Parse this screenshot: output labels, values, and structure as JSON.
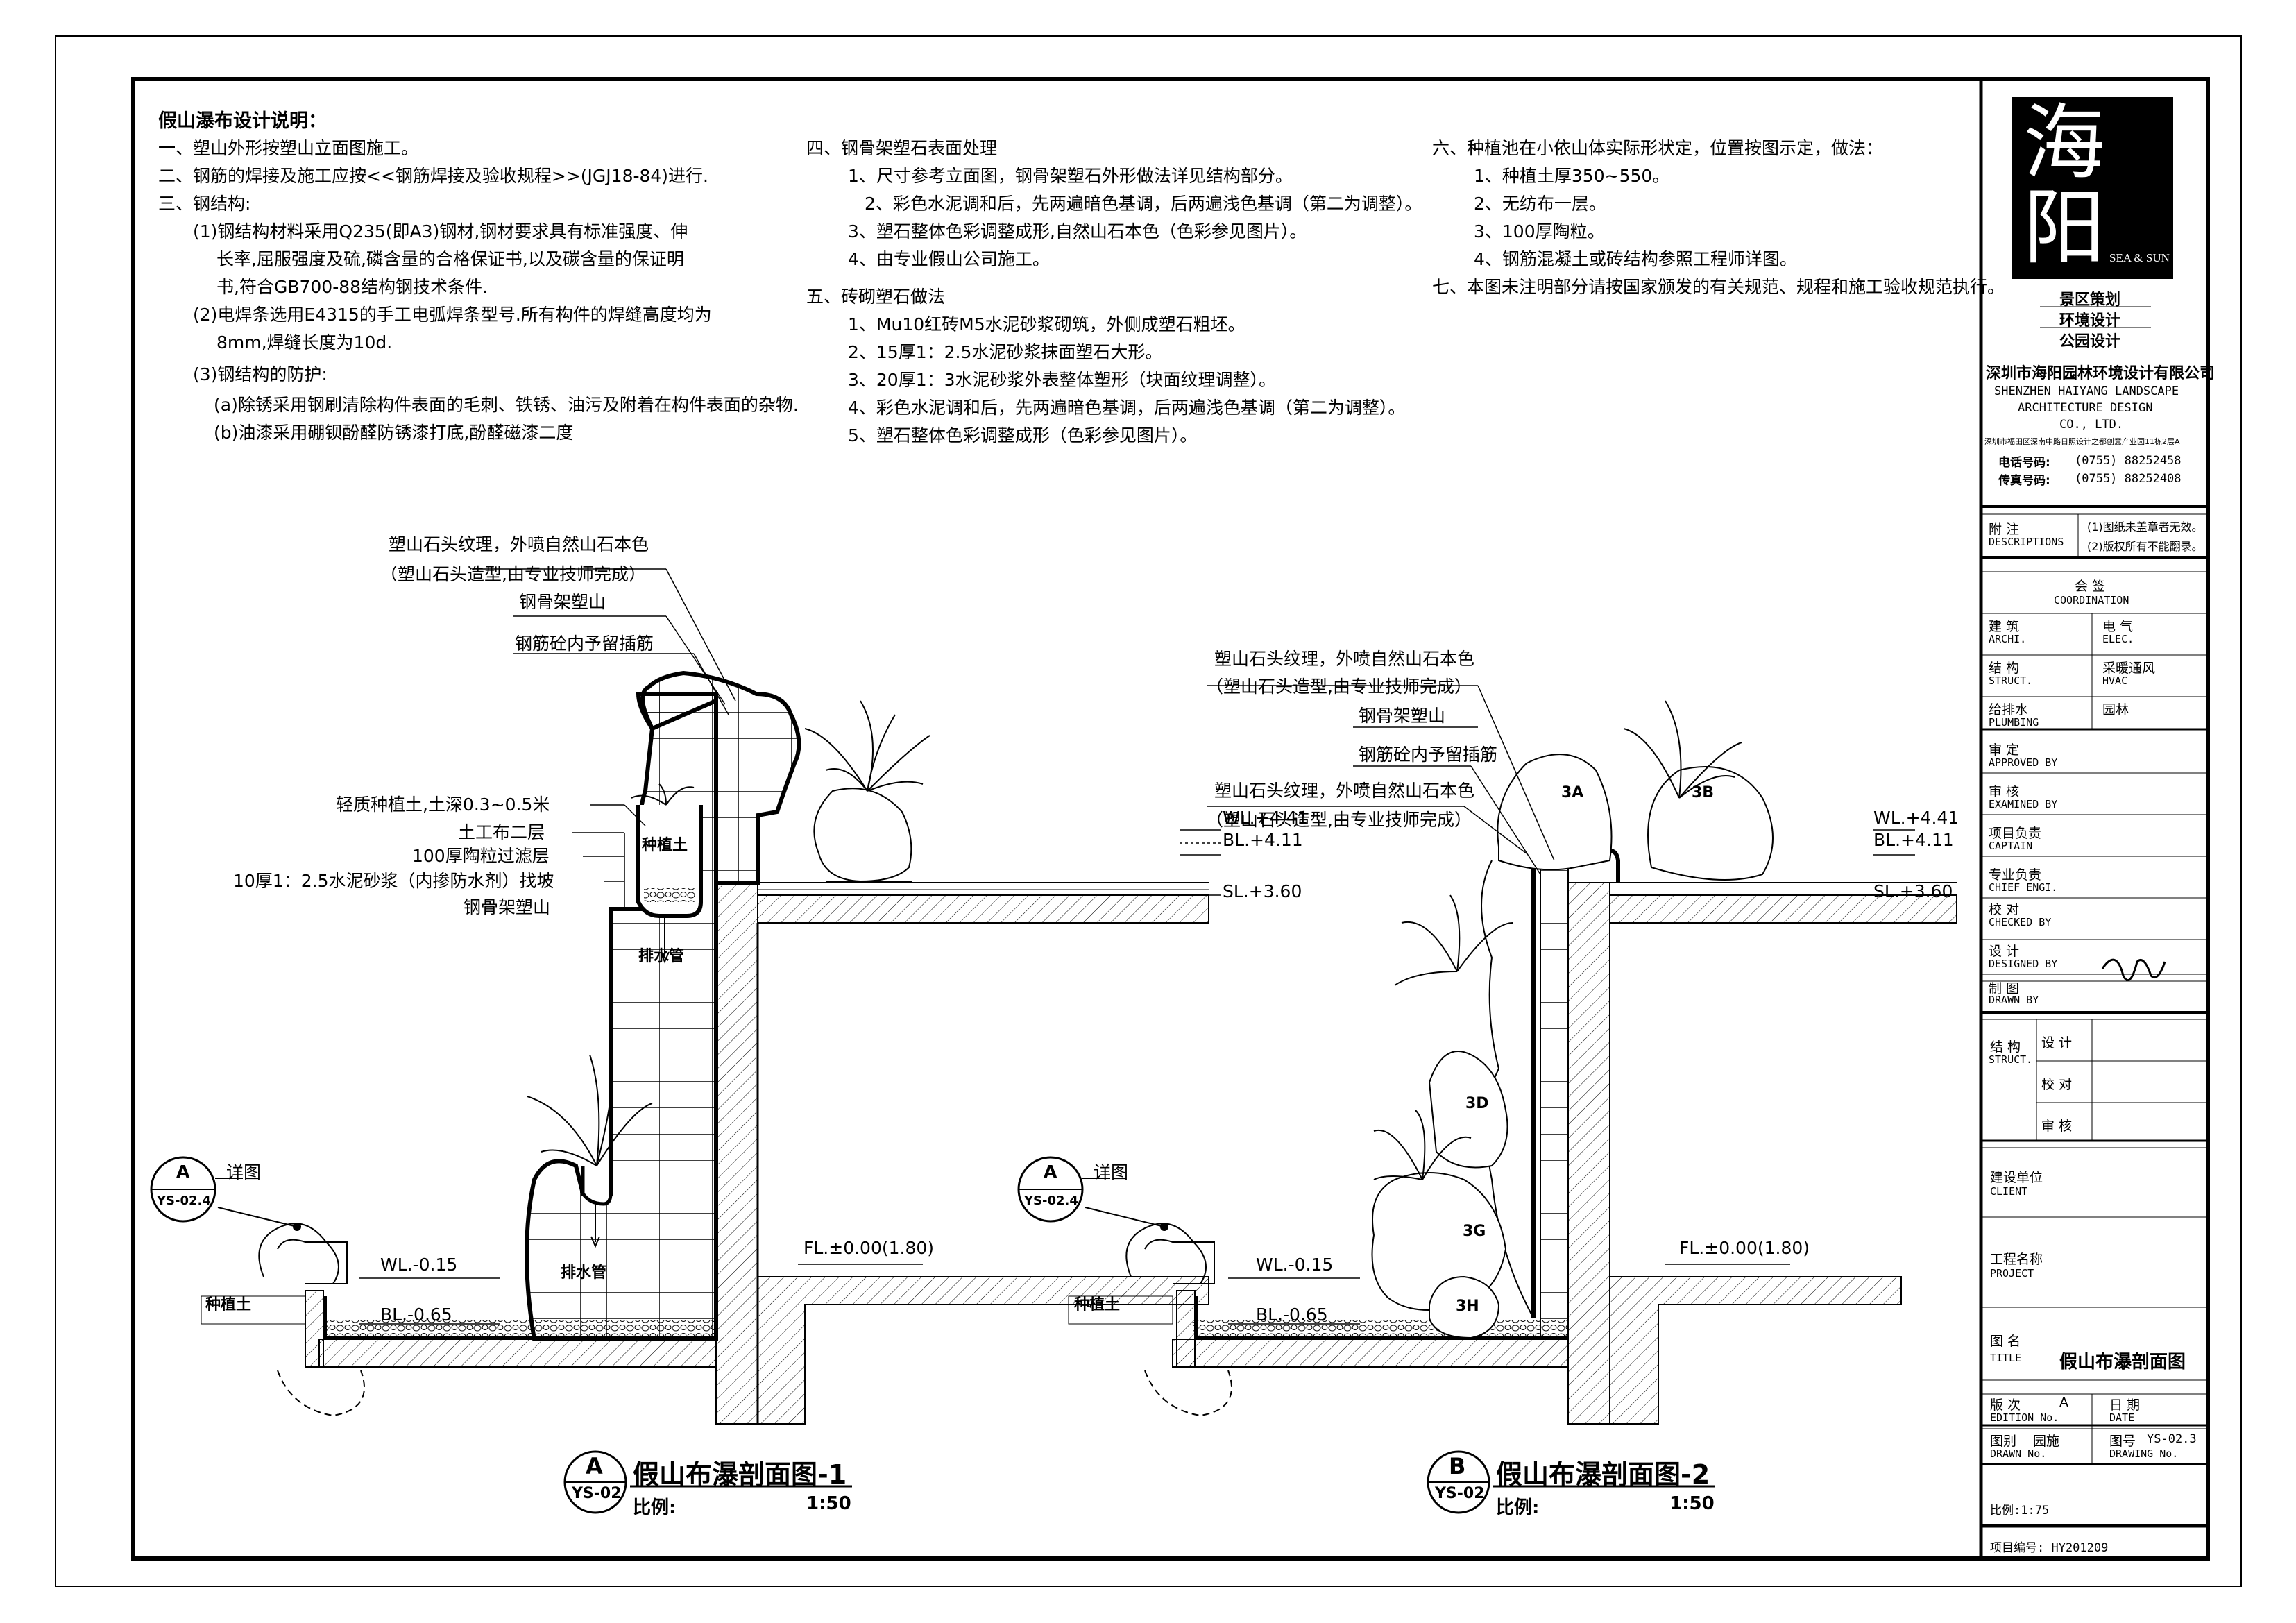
{
  "notes": {
    "title": "假山瀑布设计说明：",
    "col1": [
      "一、塑山外形按塑山立面图施工。",
      "二、钢筋的焊接及施工应按<<钢筋焊接及验收规程>>(JGJ18-84)进行.",
      "三、钢结构:",
      "(1)钢结构材料采用Q235(即A3)钢材,钢材要求具有标准强度、伸",
      "长率,屈服强度及硫,磷含量的合格保证书,以及碳含量的保证明",
      "书,符合GB700-88结构钢技术条件.",
      "(2)电焊条选用E4315的手工电弧焊条型号.所有构件的焊缝高度均为",
      "8mm,焊缝长度为10d.",
      "(3)钢结构的防护:",
      "(a)除锈采用钢刷清除构件表面的毛刺、铁锈、油污及附着在构件表面的杂物.",
      "(b)油漆采用硼钡酚醛防锈漆打底,酚醛磁漆二度"
    ],
    "col2": [
      "四、钢骨架塑石表面处理",
      "1、尺寸参考立面图，钢骨架塑石外形做法详见结构部分。",
      "2、彩色水泥调和后，先两遍暗色基调，后两遍浅色基调（第二为调整）。",
      "3、塑石整体色彩调整成形,自然山石本色（色彩参见图片）。",
      "4、由专业假山公司施工。",
      "五、砖砌塑石做法",
      "1、Mu10红砖M5水泥砂浆砌筑，外侧成塑石粗坯。",
      "2、15厚1：2.5水泥砂浆抹面塑石大形。",
      "3、20厚1：3水泥砂浆外表整体塑形（块面纹理调整）。",
      "4、彩色水泥调和后，先两遍暗色基调，后两遍浅色基调（第二为调整）。",
      "5、塑石整体色彩调整成形（色彩参见图片）。"
    ],
    "col3": [
      "六、种植池在小依山体实际形状定，位置按图示定，做法：",
      "1、种植土厚350~550。",
      "2、无纺布一层。",
      "3、100厚陶粒。",
      "4、钢筋混凝土或砖结构参照工程师详图。",
      "七、本图未注明部分请按国家颁发的有关规范、规程和施工验收规范执行。"
    ]
  },
  "section1": {
    "title": "假山布瀑剖面图-1",
    "badge_letter": "A",
    "badge_ref": "YS-02",
    "scale_label": "比例:",
    "scale_value": "1:50",
    "callout_top": [
      "塑山石头纹理，外喷自然山石本色",
      "（塑山石头造型,由专业技师完成）",
      "钢骨架塑山",
      "钢筋砼内予留插筋"
    ],
    "callout_left": [
      "轻质种植土,土深0.3~0.5米",
      "土工布二层",
      "100厚陶粒过滤层",
      "10厚1：2.5水泥砂浆（内掺防水剂）找坡",
      "钢骨架塑山"
    ],
    "planter_label": "种植土",
    "drain_label_1": "排水管",
    "drain_label_2": "排水管",
    "wl_top": "WL.+4.41",
    "bl_top": "BL.+4.11",
    "sl": "SL.+3.60",
    "fl": "FL.±0.00(1.80)",
    "wl_low": "WL.-0.15",
    "bl_low": "BL.-0.65",
    "soil": "种植土",
    "detail_letter": "A",
    "detail_ref": "YS-02.4",
    "detail_label": "详图"
  },
  "section2": {
    "title": "假山布瀑剖面图-2",
    "badge_letter": "B",
    "badge_ref": "YS-02",
    "scale_label": "比例:",
    "scale_value": "1:50",
    "callout_1": [
      "塑山石头纹理，外喷自然山石本色",
      "（塑山石头造型,由专业技师完成）",
      "钢骨架塑山",
      "钢筋砼内予留插筋"
    ],
    "callout_2": [
      "塑山石头纹理，外喷自然山石本色",
      "（塑山石头造型,由专业技师完成）"
    ],
    "rocks": [
      "3A",
      "3B",
      "3D",
      "3G",
      "3H"
    ],
    "wl_top": "WL.+4.41",
    "bl_top": "BL.+4.11",
    "sl": "SL.+3.60",
    "fl": "FL.±0.00(1.80)",
    "wl_low": "WL.-0.15",
    "bl_low": "BL.-0.65",
    "soil": "种植土",
    "detail_letter": "A",
    "detail_ref": "YS-02.4",
    "detail_label": "详图"
  },
  "titleblock": {
    "logo_char_1": "海",
    "logo_char_2": "阳",
    "logo_en": "SEA & SUN",
    "services": [
      "景区策划",
      "环境设计",
      "公园设计"
    ],
    "company_cn": "深圳市海阳园林环境设计有限公司",
    "company_en_1": "SHENZHEN  HAIYANG  LANDSCAPE",
    "company_en_2": "ARCHITECTURE  DESIGN",
    "company_en_3": "CO.,  LTD.",
    "address": "深圳市福田区深南中路日照设计之都创意产业园11栋2层A",
    "tel_label": "电话号码:",
    "tel": "(0755)  88252458",
    "fax_label": "传真号码:",
    "fax": "(0755)  88252408",
    "desc_label_cn": "附 注",
    "desc_label_en": "DESCRIPTIONS",
    "desc_1": "(1)图纸未盖章者无效。",
    "desc_2": "(2)版权所有不能翻录。",
    "coord_cn": "会  签",
    "coord_en": "COORDINATION",
    "coord_rows": [
      [
        "建 筑",
        "ARCHI.",
        "电 气",
        "ELEC."
      ],
      [
        "结 构",
        "STRUCT.",
        "采暖通风",
        "HVAC"
      ],
      [
        "给排水",
        "PLUMBING",
        "园林",
        ""
      ]
    ],
    "approvals": [
      [
        "审 定",
        "APPROVED  BY"
      ],
      [
        "审 核",
        "EXAMINED  BY"
      ],
      [
        "项目负责",
        "CAPTAIN"
      ],
      [
        "专业负责",
        "CHIEF  ENGI."
      ],
      [
        "校 对",
        "CHECKED  BY"
      ],
      [
        "设 计",
        "DESIGNED  BY"
      ],
      [
        "制 图",
        "DRAWN  BY"
      ]
    ],
    "struct_cn": "结 构",
    "struct_en": "STRUCT.",
    "struct_rows": [
      "设 计",
      "校 对",
      "审 核"
    ],
    "client_cn": "建设单位",
    "client_en": "CLIENT",
    "project_cn": "工程名称",
    "project_en": "PROJECT",
    "title_cn": "图 名",
    "title_en": "TITLE",
    "title_value": "假山布瀑剖面图",
    "edition_cn": "版 次",
    "edition_en": "EDITION No.",
    "edition_value": "A",
    "date_cn": "日 期",
    "date_en": "DATE",
    "drawn_cn": "图别",
    "drawn_en": "DRAWN No.",
    "drawn_value": "园施",
    "drawing_cn": "图号",
    "drawing_en": "DRAWING No.",
    "drawing_value": "YS-02.3",
    "scale": "比例:1:75",
    "project_no": "项目编号: HY201209"
  }
}
